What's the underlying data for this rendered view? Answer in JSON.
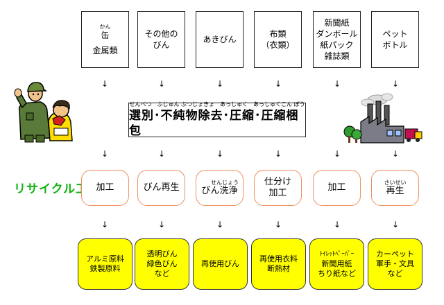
{
  "materials": [
    {
      "ruby": "かん",
      "label": "缶",
      "sub": "金属類"
    },
    {
      "label": "その他の",
      "sub": "びん"
    },
    {
      "label": "あきびん"
    },
    {
      "label": "布類",
      "sub": "（衣類）"
    },
    {
      "label": "新聞紙",
      "sub": "ダンボール",
      "sub2": "紙パック",
      "sub3": "雑誌類"
    },
    {
      "label": "ペット",
      "sub": "ボトル"
    }
  ],
  "process": {
    "ruby": "せんべつ　ふじゅん ぶつじょきょ　あっしゅく　あっしゅくこん ぽう",
    "text": "選別･不純物除去･圧縮･圧縮梱包"
  },
  "factory_label": "リサイクル工場",
  "processes": [
    {
      "label": "加工"
    },
    {
      "label": "びん再生"
    },
    {
      "ruby": "せんじょう",
      "label": "びん洗浄"
    },
    {
      "label": "仕分け",
      "sub": "加工"
    },
    {
      "label": "加工"
    },
    {
      "ruby": "さいせい",
      "label": "再生"
    }
  ],
  "products": [
    {
      "l1": "アルミ原料",
      "l2": "鉄製原料"
    },
    {
      "l1": "透明びん",
      "l2": "緑色びん",
      "l3": "など"
    },
    {
      "l1": "再使用びん"
    },
    {
      "l1": "再使用衣料",
      "l2": "断熱材"
    },
    {
      "l1": "ﾄｲﾚｯﾄﾍﾟｰﾊﾟｰ",
      "l2": "新聞用紙",
      "l3": "ちり紙など"
    },
    {
      "l1": "カーペット",
      "l2": "軍手・文具",
      "l3": "など"
    }
  ],
  "arrow_glyph": "↓",
  "colors": {
    "factory_label": "#10b010",
    "process_border": "#f09060",
    "product_fill": "#ffff00"
  },
  "icons": [
    "worker-and-child-icon",
    "factory-icon"
  ]
}
